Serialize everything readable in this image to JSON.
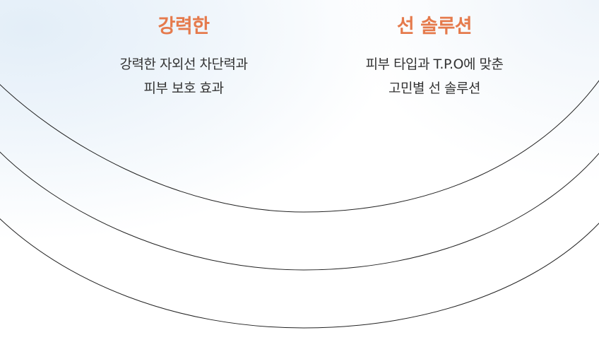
{
  "left": {
    "title": "강력한",
    "line1": "강력한 자외선 차단력과",
    "line2": "피부 보호 효과"
  },
  "right": {
    "title": "선 솔루션",
    "line1": "피부 타입과 T.P.O에 맞춘",
    "line2": "고민별 선 솔루션"
  },
  "colors": {
    "accent": "#e57a4c",
    "text": "#333333",
    "arc": "#222222"
  }
}
